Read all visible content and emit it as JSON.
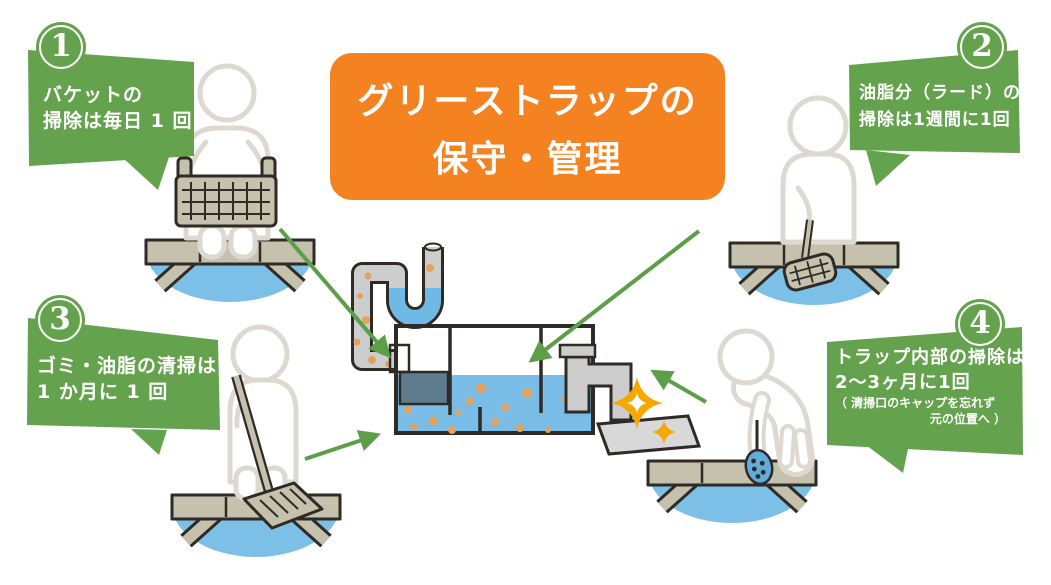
{
  "title": {
    "line1": "グリーストラップの",
    "line2": "保守・管理"
  },
  "steps": [
    {
      "number": "1",
      "position": "top-left",
      "lines": [
        "バケットの",
        "掃除は毎日 1 回"
      ],
      "task_icon": "strainer-basket-icon"
    },
    {
      "number": "2",
      "position": "top-right",
      "lines": [
        "油脂分（ラード）の",
        "掃除は1週間に1回"
      ],
      "task_icon": "skimmer-net-icon"
    },
    {
      "number": "3",
      "position": "bottom-left",
      "lines": [
        "ゴミ・油脂の清掃は",
        "1 か月に 1 回"
      ],
      "task_icon": "scraper-icon"
    },
    {
      "number": "4",
      "position": "bottom-right",
      "lines": [
        "トラップ内部の掃除は",
        "2〜3ヶ月に1回"
      ],
      "note_lines": [
        "（ 清掃口のキャップを忘れず",
        "元の位置へ ）"
      ],
      "task_icon": "cleanout-cap-icon"
    }
  ],
  "icons": [
    {
      "name": "sparkle-icon",
      "glyph": "✦"
    },
    {
      "name": "arrow-icon",
      "glyph": "➤"
    }
  ],
  "colors": {
    "green": "#64A24E",
    "arrow_green": "#5C9F48",
    "orange": "#F58220",
    "water_blue": "#79BCE6",
    "pit_blue": "#7CC0E8",
    "pipe_water_blue": "#6FB9E6",
    "grease_orange": "#E3A35F",
    "deck_tan": "#C6C1AD",
    "outline_dark": "#2E2A26",
    "slate_gray": "#5E7C8E",
    "figure_outline": "#DED9D0",
    "pipe_gray": "#CDCDCD",
    "sheet_gray": "#D8D8D8",
    "sparkle_gold": "#F6A800",
    "cap_blue": "#62ACDB"
  }
}
